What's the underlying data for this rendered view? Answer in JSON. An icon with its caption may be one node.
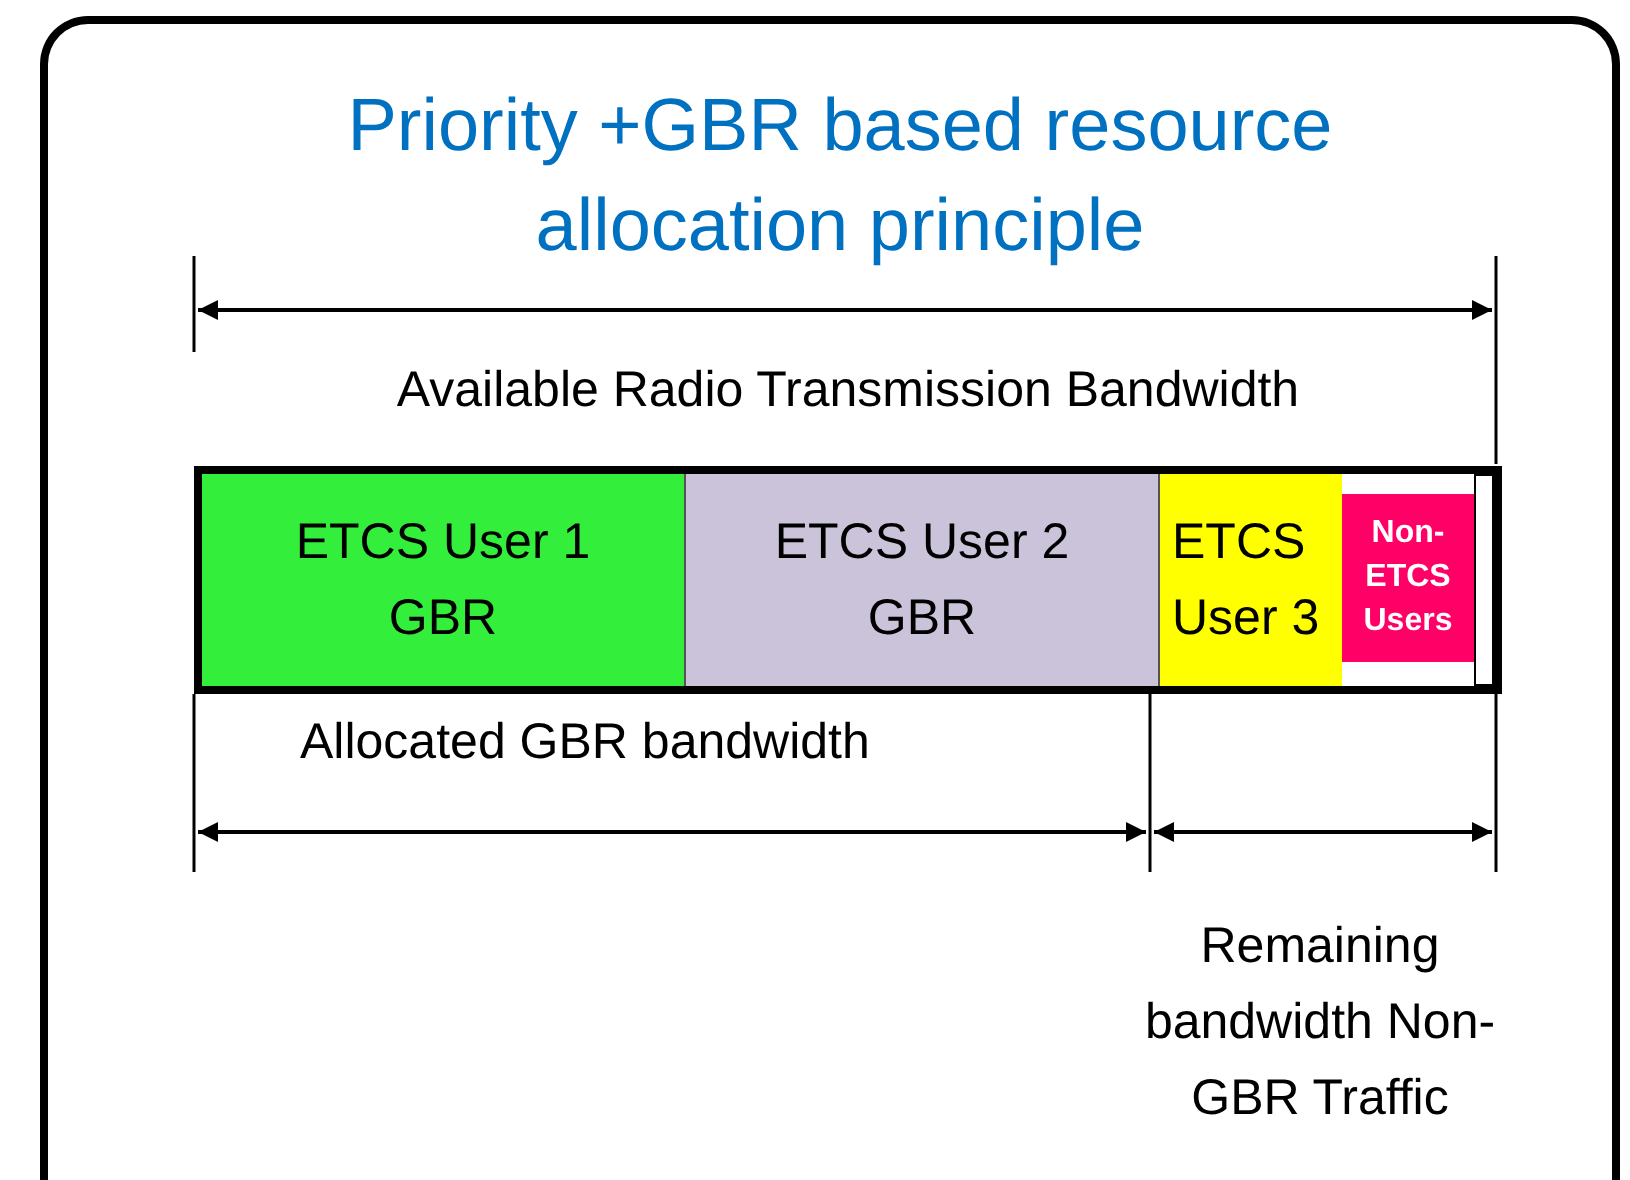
{
  "diagram": {
    "title": "Priority +GBR based resource allocation principle",
    "nodes": [
      {
        "text": [],
        "shape": "bar"
      },
      {
        "text": [
          "ETCS User 1 GBR"
        ],
        "in": 0
      },
      {
        "text": [
          "ETCS User 2 GBR"
        ],
        "in": 0
      },
      {
        "text": [
          "ETCS User 3"
        ],
        "in": 0
      },
      {
        "text": [],
        "shape": "box",
        "in": 0
      },
      {
        "text": [
          "Non-ETCS Users"
        ],
        "in": 0
      }
    ],
    "edges": [],
    "labels": [
      "Available Radio Transmission Bandwidth",
      "Allocated GBR bandwidth",
      "Remaining bandwidth Non- GBR Traffic"
    ]
  }
}
